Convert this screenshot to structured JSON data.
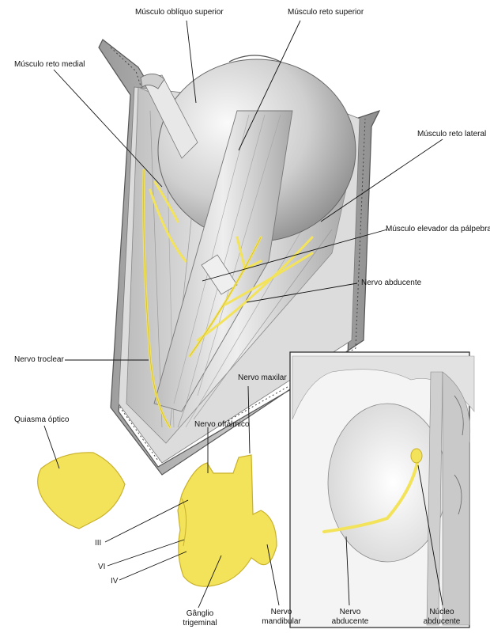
{
  "labels": {
    "musculo_obliquo_superior": "Músculo oblíquo superior",
    "musculo_reto_superior": "Músculo reto superior",
    "musculo_reto_medial": "Músculo reto medial",
    "musculo_reto_lateral": "Músculo reto lateral",
    "musculo_elevador": "Músculo elevador da pálpebra",
    "nervo_abducente": "Nervo abducente",
    "nervo_troclear": "Nervo troclear",
    "nervo_maxilar": "Nervo maxilar",
    "nervo_oftalmico": "Nervo oftálmico",
    "quiasma_optico": "Quiasma óptico",
    "roman_iii": "III",
    "roman_vi": "VI",
    "roman_iv": "IV",
    "ganglio_line1": "Gânglio",
    "ganglio_line2": "trigeminal",
    "mandibular_line1": "Nervo",
    "mandibular_line2": "mandibular",
    "inset_nervo_line1": "Nervo",
    "inset_nervo_line2": "abducente",
    "inset_nucleo_line1": "Núcleo",
    "inset_nucleo_line2": "abducente"
  },
  "colors": {
    "nerve_yellow": "#f3e35a",
    "nerve_outline": "#c9b12b",
    "muscle_gray": "#d9d9d9",
    "background": "#ffffff"
  }
}
